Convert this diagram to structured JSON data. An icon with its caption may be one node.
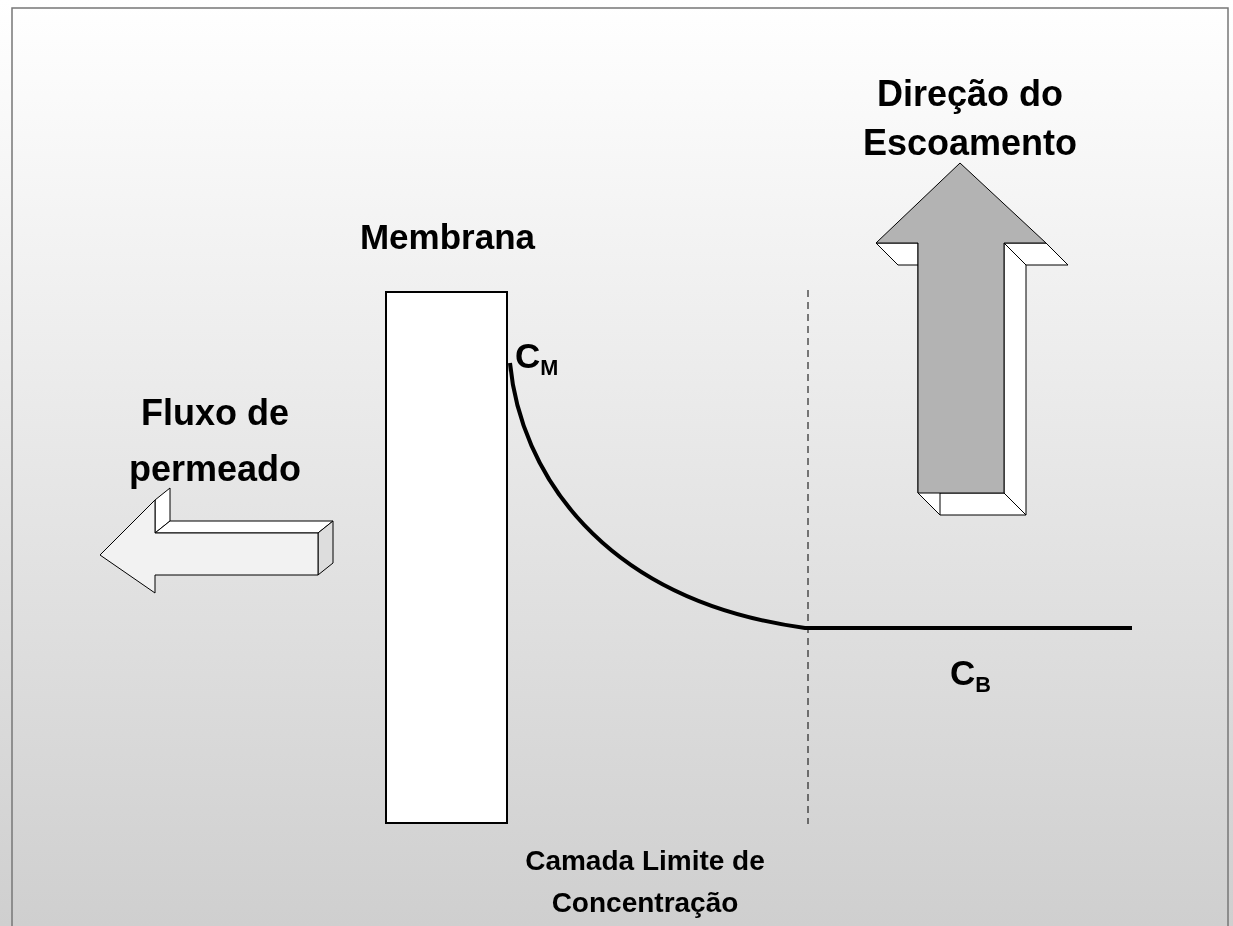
{
  "diagram": {
    "nodes": [
      {
        "text": [
          "Membrana"
        ]
      }
    ],
    "labels": [
      "Direção do Escoamento",
      "Fluxo de permeado",
      "C$_{M}$",
      "C$_{B}$",
      "Camada Limite de Concentração"
    ]
  }
}
